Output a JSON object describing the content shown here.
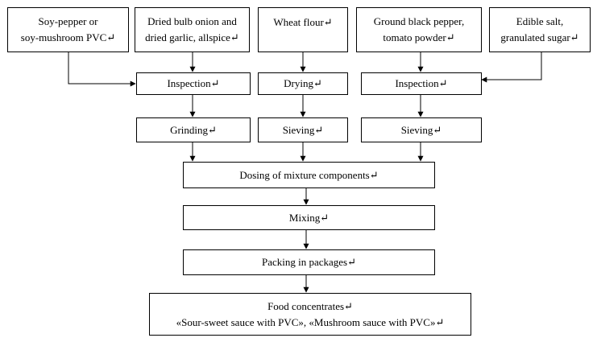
{
  "diagram": {
    "inputs": {
      "soy_pvc": [
        "Soy-pepper or",
        "soy-mushroom PVC↵"
      ],
      "onion_garlic": [
        "Dried bulb onion and",
        "dried garlic, allspice↵"
      ],
      "wheat_flour": [
        "Wheat flour↵"
      ],
      "pepper_tomato": [
        "Ground black pepper,",
        "tomato powder↵"
      ],
      "salt_sugar": [
        "Edible salt,",
        "granulated sugar↵"
      ]
    },
    "steps": {
      "inspection_left": "Inspection↵",
      "drying": "Drying↵",
      "inspection_right": "Inspection↵",
      "grinding": "Grinding↵",
      "sieving_middle": "Sieving↵",
      "sieving_right": "Sieving↵",
      "dosing": "Dosing of mixture components↵",
      "mixing": "Mixing↵",
      "packing": "Packing in packages↵"
    },
    "output": [
      "Food concentrates↵",
      "«Sour-sweet sauce with PVC», «Mushroom sauce with PVC»↵"
    ]
  }
}
